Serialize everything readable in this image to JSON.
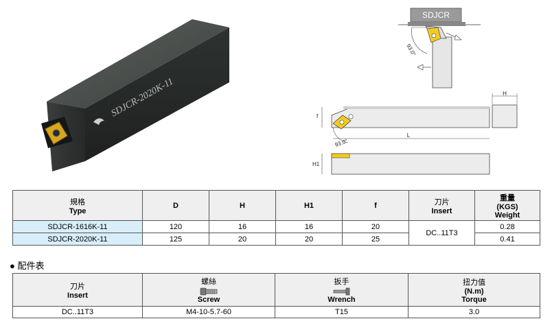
{
  "photo": {
    "engraving": "SDJCR-2020K-11"
  },
  "top_view": {
    "label": "SDJCR",
    "angle": "93.0°"
  },
  "side_view": {
    "dim_h": "H",
    "dim_l": "L",
    "dim_f": "f",
    "dim_h1": "H1",
    "angle": "93.0°"
  },
  "spec_table": {
    "headers": {
      "type_zh": "規格",
      "type_en": "Type",
      "d": "D",
      "h": "H",
      "h1": "H1",
      "f": "f",
      "insert_zh": "刀片",
      "insert_en": "Insert",
      "weight_zh": "重量",
      "weight_unit": "(KGS)",
      "weight_en": "Weight"
    },
    "rows": [
      {
        "type": "SDJCR-1616K-11",
        "d": "120",
        "h": "16",
        "h1": "16",
        "f": "20",
        "weight": "0.28"
      },
      {
        "type": "SDJCR-2020K-11",
        "d": "125",
        "h": "20",
        "h1": "20",
        "f": "25",
        "weight": "0.41"
      }
    ],
    "insert_value": "DC..11T3"
  },
  "parts": {
    "bullet": "●",
    "title": "配件表",
    "headers": {
      "insert_zh": "刀片",
      "insert_en": "Insert",
      "screw_zh": "螺絲",
      "screw_en": "Screw",
      "wrench_zh": "扳手",
      "wrench_en": "Wrench",
      "torque_zh": "扭力值",
      "torque_unit": "(N.m)",
      "torque_en": "Torque"
    },
    "row": {
      "insert": "DC..11T3",
      "screw": "M4-10-5.7-60",
      "wrench": "T15",
      "torque": "3.0"
    }
  }
}
